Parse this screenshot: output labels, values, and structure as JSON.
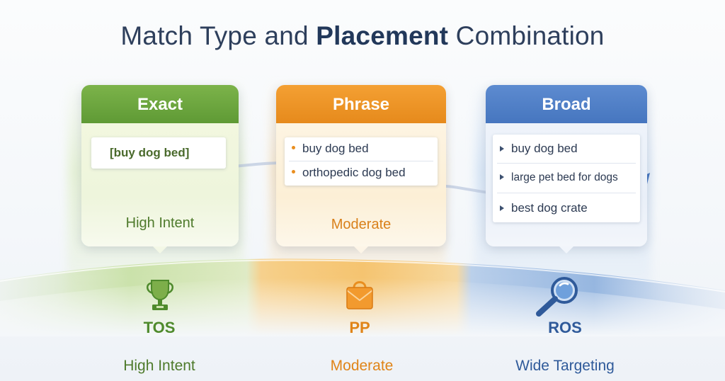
{
  "title": {
    "pre": "Match Type and ",
    "bold": "Placement",
    "post": " Combination"
  },
  "cards": [
    {
      "name": "exact",
      "header": "Exact",
      "keywords": [
        "[buy dog bed]"
      ],
      "label": "High Intent",
      "accent": "#5f9a35"
    },
    {
      "name": "phrase",
      "header": "Phrase",
      "keywords": [
        "buy dog bed",
        "orthopedic dog bed"
      ],
      "label": "Moderate",
      "accent": "#e98e1f"
    },
    {
      "name": "broad",
      "header": "Broad",
      "keywords": [
        "buy dog bed",
        "large pet bed for dogs",
        "best dog crate"
      ],
      "label": "",
      "accent": "#4676bf"
    }
  ],
  "placements": [
    {
      "code": "TOS",
      "label": "High Intent",
      "icon": "trophy-icon",
      "color": "#4e8a2c"
    },
    {
      "code": "PP",
      "label": "Moderate",
      "icon": "shopping-bag-icon",
      "color": "#e98e1f"
    },
    {
      "code": "ROS",
      "label": "Wide Targeting",
      "icon": "magnifier-icon",
      "color": "#365f9f"
    }
  ]
}
